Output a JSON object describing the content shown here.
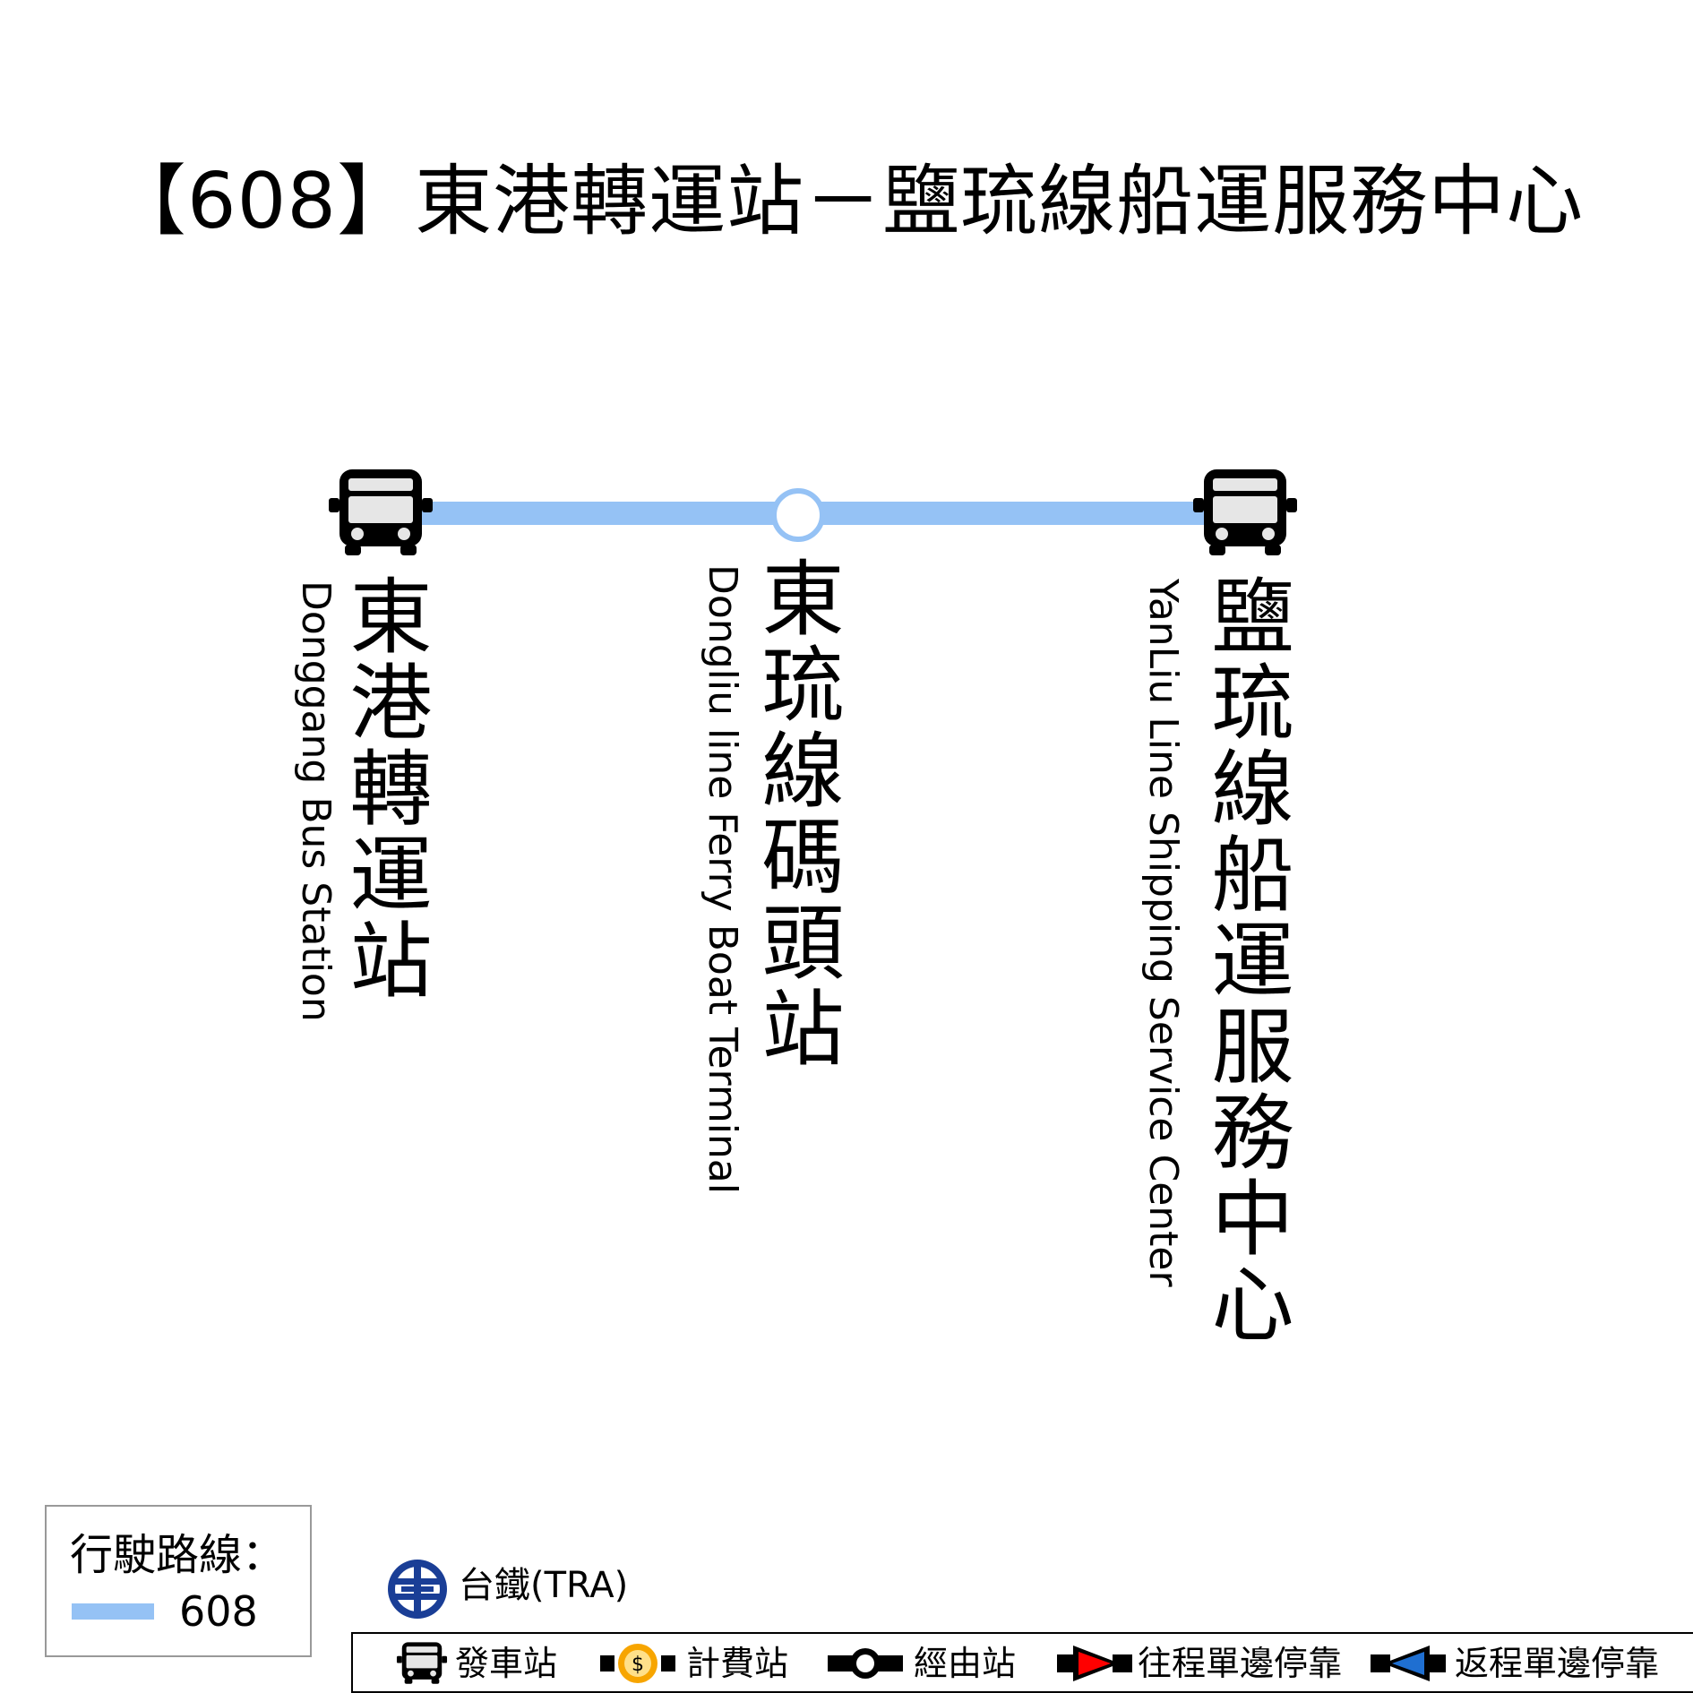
{
  "title": "【608】東港轉運站－鹽琉線船運服務中心",
  "route": {
    "name": "608",
    "color": "#95c2f5",
    "stops": [
      {
        "type": "origin",
        "name_zh": "東港轉運站",
        "name_en": "Donggang Bus Station"
      },
      {
        "type": "via",
        "name_zh": "東琉線碼頭站",
        "name_en": "Dongliu line Ferry Boat Terminal"
      },
      {
        "type": "terminus",
        "name_zh": "鹽琉線船運服務中心",
        "name_en": "YanLiu Line Shipping Service Center"
      }
    ]
  },
  "legend": {
    "title": "行駛路線：",
    "route_label": "608"
  },
  "tra": {
    "label": "台鐵(TRA)",
    "color": "#1a3e96"
  },
  "key": [
    {
      "icon": "bus-icon",
      "label": "發車站"
    },
    {
      "icon": "coin-icon",
      "label": "計費站"
    },
    {
      "icon": "via-stop-icon",
      "label": "經由站"
    },
    {
      "icon": "outbound-arrow-icon",
      "label": "往程單邊停靠",
      "color": "#ff0000"
    },
    {
      "icon": "return-arrow-icon",
      "label": "返程單邊停靠",
      "color": "#1f6fd1"
    }
  ]
}
